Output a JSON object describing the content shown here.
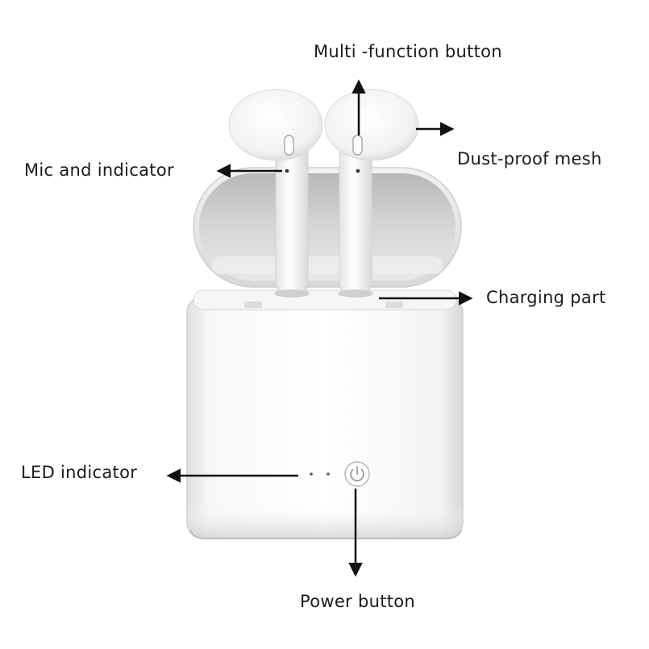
{
  "labels": {
    "multi_function": "Multi -function button",
    "dust_proof": "Dust-proof mesh",
    "mic_indicator": "Mic and indicator",
    "charging_part": "Charging part",
    "led_indicator": "LED indicator",
    "power_button": "Power button"
  },
  "colors": {
    "background": "#ffffff",
    "text": "#1a1a1a",
    "arrow": "#111111",
    "case_body": "#f4f4f4",
    "case_shadow": "#c9c9c9",
    "lid_inner": "#cfcfcf"
  },
  "icons": {
    "power": "power-icon"
  }
}
